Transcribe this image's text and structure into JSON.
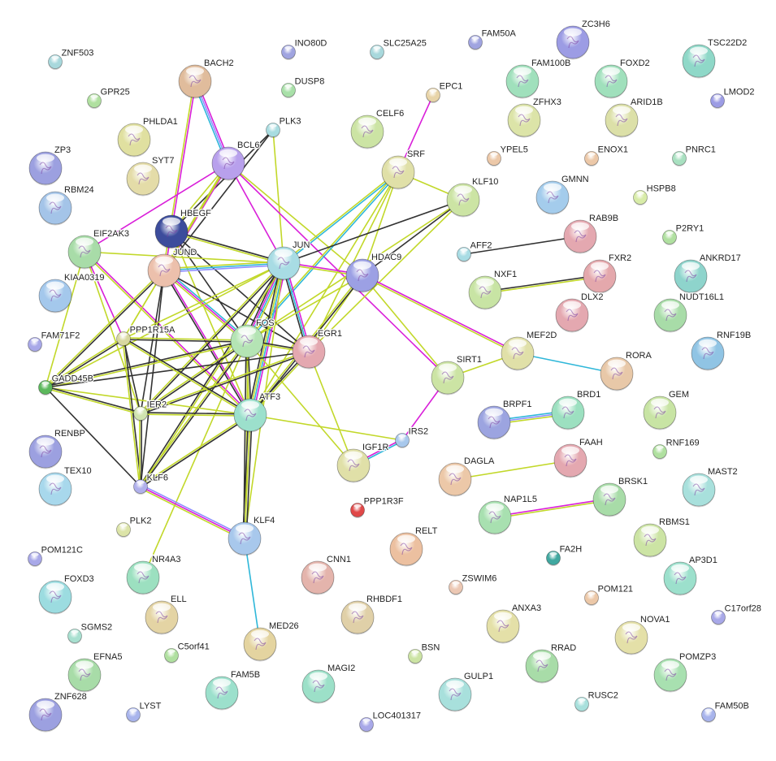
{
  "edge_colors": {
    "text": "#c2d82a",
    "coexp": "#333333",
    "exp": "#d91fd9",
    "db": "#2fb7d9",
    "cooc": "#8f8fff"
  },
  "nodes": [
    {
      "id": "ZNF503",
      "color": "#a8d8dc",
      "s": 0
    },
    {
      "id": "INO80D",
      "color": "#a0a4e0",
      "s": 0
    },
    {
      "id": "SLC25A25",
      "color": "#a8d8dc",
      "s": 0
    },
    {
      "id": "FAM50A",
      "color": "#a0a4e0",
      "s": 0
    },
    {
      "id": "ZC3H6",
      "color": "#9c9ce4",
      "s": 1
    },
    {
      "id": "TSC22D2",
      "color": "#8fd8c8",
      "s": 1
    },
    {
      "id": "LMOD2",
      "color": "#9c9ce4",
      "s": 0
    },
    {
      "id": "GPR25",
      "color": "#b0e0a0",
      "s": 0
    },
    {
      "id": "BACH2",
      "color": "#e0bc9c",
      "s": 1
    },
    {
      "id": "DUSP8",
      "color": "#a8e0a8",
      "s": 0
    },
    {
      "id": "EPC1",
      "color": "#e8d4a8",
      "s": 0
    },
    {
      "id": "FAM100B",
      "color": "#a0e0bc",
      "s": 1
    },
    {
      "id": "FOXD2",
      "color": "#a0e0bc",
      "s": 1
    },
    {
      "id": "PHLDA1",
      "color": "#e0e0a0",
      "s": 1
    },
    {
      "id": "PLK3",
      "color": "#a8dce0",
      "s": 0
    },
    {
      "id": "CELF6",
      "color": "#cce4a4",
      "s": 1
    },
    {
      "id": "ZFHX3",
      "color": "#dce4a8",
      "s": 1
    },
    {
      "id": "ARID1B",
      "color": "#dce0a8",
      "s": 1
    },
    {
      "id": "ZP3",
      "color": "#9ca0e0",
      "s": 1
    },
    {
      "id": "SYT7",
      "color": "#e4dca8",
      "s": 1
    },
    {
      "id": "BCL6",
      "color": "#b8a0ec",
      "s": 1
    },
    {
      "id": "SRF",
      "color": "#e0e0a8",
      "s": 1
    },
    {
      "id": "YPEL5",
      "color": "#ecc8a8",
      "s": 0
    },
    {
      "id": "ENOX1",
      "color": "#ecc8a8",
      "s": 0
    },
    {
      "id": "PNRC1",
      "color": "#a8e0c0",
      "s": 0
    },
    {
      "id": "RBM24",
      "color": "#a4c4e8",
      "s": 1
    },
    {
      "id": "HBEGF",
      "color": "#3c4c9c",
      "s": 1
    },
    {
      "id": "KLF10",
      "color": "#cce4a4",
      "s": 1
    },
    {
      "id": "GMNN",
      "color": "#a4ccec",
      "s": 1
    },
    {
      "id": "HSPB8",
      "color": "#d8eca8",
      "s": 0
    },
    {
      "id": "EIF2AK3",
      "color": "#a8dca8",
      "s": 1
    },
    {
      "id": "JUN",
      "color": "#a8dce4",
      "s": 1
    },
    {
      "id": "HDAC9",
      "color": "#9ca0e4",
      "s": 1
    },
    {
      "id": "AFF2",
      "color": "#a8dce4",
      "s": 0
    },
    {
      "id": "RAB9B",
      "color": "#e4a8b0",
      "s": 1
    },
    {
      "id": "P2RY1",
      "color": "#b0e0a0",
      "s": 0
    },
    {
      "id": "JUND",
      "color": "#ecc0ac",
      "s": 1
    },
    {
      "id": "KIAA0319",
      "color": "#a4c8ec",
      "s": 1
    },
    {
      "id": "NXF1",
      "color": "#c8e4a4",
      "s": 1
    },
    {
      "id": "FXR2",
      "color": "#e4a8ac",
      "s": 1
    },
    {
      "id": "ANKRD17",
      "color": "#8ed4cc",
      "s": 1
    },
    {
      "id": "DLX2",
      "color": "#e4a8b0",
      "s": 1
    },
    {
      "id": "NUDT16L1",
      "color": "#a8dca8",
      "s": 1
    },
    {
      "id": "FAM71F2",
      "color": "#a8a8e8",
      "s": 0
    },
    {
      "id": "PPP1R15A",
      "color": "#d8d8a0",
      "s": 0
    },
    {
      "id": "FOS",
      "color": "#b4e4b4",
      "s": 1
    },
    {
      "id": "EGR1",
      "color": "#e4a8b0",
      "s": 1
    },
    {
      "id": "MEF2D",
      "color": "#e0e0a8",
      "s": 1
    },
    {
      "id": "RNF19B",
      "color": "#90c4e4",
      "s": 1
    },
    {
      "id": "RORA",
      "color": "#e8c8a8",
      "s": 1
    },
    {
      "id": "GADD45B",
      "color": "#5cb85c",
      "s": 0
    },
    {
      "id": "IER2",
      "color": "#d0e4b0",
      "s": 0
    },
    {
      "id": "ATF3",
      "color": "#9ce0cc",
      "s": 1
    },
    {
      "id": "SIRT1",
      "color": "#cce4a4",
      "s": 1
    },
    {
      "id": "GEM",
      "color": "#c8e4a4",
      "s": 1
    },
    {
      "id": "BRPF1",
      "color": "#9ca4e0",
      "s": 1
    },
    {
      "id": "BRD1",
      "color": "#9ce0c0",
      "s": 1
    },
    {
      "id": "IRS2",
      "color": "#a8c8ec",
      "s": 0
    },
    {
      "id": "RENBP",
      "color": "#9ca0e0",
      "s": 1
    },
    {
      "id": "FAAH",
      "color": "#e4a8b0",
      "s": 1
    },
    {
      "id": "RNF169",
      "color": "#b0e0a0",
      "s": 0
    },
    {
      "id": "TEX10",
      "color": "#a8d8ec",
      "s": 1
    },
    {
      "id": "KLF6",
      "color": "#b0b0ec",
      "s": 0
    },
    {
      "id": "IGF1R",
      "color": "#e0e0a8",
      "s": 1
    },
    {
      "id": "DAGLA",
      "color": "#ecc8a8",
      "s": 1
    },
    {
      "id": "MAST2",
      "color": "#a8e0dc",
      "s": 1
    },
    {
      "id": "BRSK1",
      "color": "#a8dca8",
      "s": 1
    },
    {
      "id": "NAP1L5",
      "color": "#a8e0b0",
      "s": 1
    },
    {
      "id": "PPP1R3F",
      "color": "#e04848",
      "s": 0
    },
    {
      "id": "PLK2",
      "color": "#dce4a8",
      "s": 0
    },
    {
      "id": "KLF4",
      "color": "#a8c8ec",
      "s": 1
    },
    {
      "id": "RELT",
      "color": "#ecc0a0",
      "s": 1
    },
    {
      "id": "RBMS1",
      "color": "#cce4a4",
      "s": 1
    },
    {
      "id": "POM121C",
      "color": "#a8a8e8",
      "s": 0
    },
    {
      "id": "FA2H",
      "color": "#40a8a0",
      "s": 0
    },
    {
      "id": "NR4A3",
      "color": "#9ce0c0",
      "s": 1
    },
    {
      "id": "CNN1",
      "color": "#e4b4ac",
      "s": 1
    },
    {
      "id": "AP3D1",
      "color": "#9ce0cc",
      "s": 1
    },
    {
      "id": "ZSWIM6",
      "color": "#ecc8b4",
      "s": 0
    },
    {
      "id": "FOXD3",
      "color": "#9cdce0",
      "s": 1
    },
    {
      "id": "POM121",
      "color": "#ecc8a8",
      "s": 0
    },
    {
      "id": "ELL",
      "color": "#e4d4a4",
      "s": 1
    },
    {
      "id": "RHBDF1",
      "color": "#e0d0a8",
      "s": 1
    },
    {
      "id": "ANXA3",
      "color": "#e4e0a8",
      "s": 1
    },
    {
      "id": "C17orf28",
      "color": "#a8a8e8",
      "s": 0
    },
    {
      "id": "SGMS2",
      "color": "#a8e0d0",
      "s": 0
    },
    {
      "id": "NOVA1",
      "color": "#e4e0a8",
      "s": 1
    },
    {
      "id": "C5orf41",
      "color": "#b0e0a0",
      "s": 0
    },
    {
      "id": "MED26",
      "color": "#e4d4a0",
      "s": 1
    },
    {
      "id": "BSN",
      "color": "#cce4a4",
      "s": 0
    },
    {
      "id": "RRAD",
      "color": "#a8dca8",
      "s": 1
    },
    {
      "id": "EFNA5",
      "color": "#a8dca8",
      "s": 1
    },
    {
      "id": "POMZP3",
      "color": "#a8e0b0",
      "s": 1
    },
    {
      "id": "MAGI2",
      "color": "#9ce0c8",
      "s": 1
    },
    {
      "id": "FAM5B",
      "color": "#9ce0cc",
      "s": 1
    },
    {
      "id": "GULP1",
      "color": "#a8e0dc",
      "s": 1
    },
    {
      "id": "RUSC2",
      "color": "#a8e0dc",
      "s": 0
    },
    {
      "id": "ZNF628",
      "color": "#9ca0e0",
      "s": 1
    },
    {
      "id": "LYST",
      "color": "#a8b4ec",
      "s": 0
    },
    {
      "id": "LOC401317",
      "color": "#a8a8e8",
      "s": 0
    },
    {
      "id": "FAM50B",
      "color": "#a8b4ec",
      "s": 0
    }
  ],
  "edges": [
    [
      "BACH2",
      "BCL6",
      [
        "exp",
        "cooc",
        "db"
      ]
    ],
    [
      "BACH2",
      "JUND",
      [
        "exp",
        "text"
      ]
    ],
    [
      "EPC1",
      "SRF",
      [
        "exp"
      ]
    ],
    [
      "PLK3",
      "JUN",
      [
        "text"
      ]
    ],
    [
      "PLK3",
      "JUND",
      [
        "coexp"
      ]
    ],
    [
      "PLK3",
      "HBEGF",
      [
        "coexp"
      ]
    ],
    [
      "BCL6",
      "EIF2AK3",
      [
        "exp"
      ]
    ],
    [
      "BCL6",
      "JUN",
      [
        "exp"
      ]
    ],
    [
      "BCL6",
      "SIRT1",
      [
        "exp"
      ]
    ],
    [
      "BCL6",
      "JUND",
      [
        "exp",
        "text"
      ]
    ],
    [
      "BCL6",
      "HBEGF",
      [
        "text"
      ]
    ],
    [
      "BCL6",
      "PPP1R15A",
      [
        "text"
      ]
    ],
    [
      "BCL6",
      "HDAC9",
      [
        "text"
      ]
    ],
    [
      "SRF",
      "JUN",
      [
        "db",
        "text"
      ]
    ],
    [
      "SRF",
      "FOS",
      [
        "db",
        "text"
      ]
    ],
    [
      "SRF",
      "EGR1",
      [
        "text"
      ]
    ],
    [
      "SRF",
      "KLF10",
      [
        "text"
      ]
    ],
    [
      "SRF",
      "ATF3",
      [
        "text"
      ]
    ],
    [
      "SRF",
      "HDAC9",
      [
        "text"
      ]
    ],
    [
      "KLF10",
      "JUN",
      [
        "coexp"
      ]
    ],
    [
      "KLF10",
      "HDAC9",
      [
        "coexp"
      ]
    ],
    [
      "KLF10",
      "FOS",
      [
        "text"
      ]
    ],
    [
      "KLF10",
      "EGR1",
      [
        "text"
      ]
    ],
    [
      "HBEGF",
      "JUN",
      [
        "coexp",
        "text"
      ]
    ],
    [
      "HBEGF",
      "FOS",
      [
        "coexp"
      ]
    ],
    [
      "HBEGF",
      "EGR1",
      [
        "coexp"
      ]
    ],
    [
      "HBEGF",
      "ATF3",
      [
        "text"
      ]
    ],
    [
      "EIF2AK3",
      "JUN",
      [
        "text"
      ]
    ],
    [
      "EIF2AK3",
      "ATF3",
      [
        "exp",
        "text"
      ]
    ],
    [
      "EIF2AK3",
      "PPP1R15A",
      [
        "exp"
      ]
    ],
    [
      "EIF2AK3",
      "GADD45B",
      [
        "text"
      ]
    ],
    [
      "EIF2AK3",
      "IER2",
      [
        "text"
      ]
    ],
    [
      "JUND",
      "JUN",
      [
        "text",
        "db",
        "cooc"
      ]
    ],
    [
      "JUND",
      "FOS",
      [
        "db",
        "exp",
        "text"
      ]
    ],
    [
      "JUND",
      "ATF3",
      [
        "exp",
        "coexp"
      ]
    ],
    [
      "JUND",
      "EGR1",
      [
        "coexp"
      ]
    ],
    [
      "JUND",
      "GADD45B",
      [
        "coexp",
        "text"
      ]
    ],
    [
      "JUND",
      "KLF6",
      [
        "coexp"
      ]
    ],
    [
      "JUND",
      "IER2",
      [
        "coexp"
      ]
    ],
    [
      "JUND",
      "PPP1R15A",
      [
        "text"
      ]
    ],
    [
      "JUN",
      "FOS",
      [
        "text",
        "db",
        "exp",
        "coexp"
      ]
    ],
    [
      "JUN",
      "ATF3",
      [
        "exp",
        "db",
        "text",
        "coexp"
      ]
    ],
    [
      "JUN",
      "EGR1",
      [
        "exp",
        "db",
        "coexp"
      ]
    ],
    [
      "JUN",
      "HDAC9",
      [
        "exp",
        "text"
      ]
    ],
    [
      "JUN",
      "PPP1R15A",
      [
        "text"
      ]
    ],
    [
      "JUN",
      "GADD45B",
      [
        "text"
      ]
    ],
    [
      "JUN",
      "IER2",
      [
        "coexp",
        "text"
      ]
    ],
    [
      "JUN",
      "KLF6",
      [
        "text",
        "coexp"
      ]
    ],
    [
      "JUN",
      "KLF4",
      [
        "text"
      ]
    ],
    [
      "HDAC9",
      "MEF2D",
      [
        "exp",
        "text"
      ]
    ],
    [
      "HDAC9",
      "FOS",
      [
        "text"
      ]
    ],
    [
      "HDAC9",
      "EGR1",
      [
        "text"
      ]
    ],
    [
      "HDAC9",
      "ATF3",
      [
        "coexp",
        "text"
      ]
    ],
    [
      "FOS",
      "EGR1",
      [
        "coexp",
        "text"
      ]
    ],
    [
      "FOS",
      "ATF3",
      [
        "coexp",
        "text"
      ]
    ],
    [
      "FOS",
      "PPP1R15A",
      [
        "coexp",
        "text"
      ]
    ],
    [
      "FOS",
      "GADD45B",
      [
        "text",
        "coexp"
      ]
    ],
    [
      "FOS",
      "IER2",
      [
        "coexp",
        "text"
      ]
    ],
    [
      "FOS",
      "KLF6",
      [
        "coexp",
        "text"
      ]
    ],
    [
      "FOS",
      "KLF4",
      [
        "text",
        "coexp"
      ]
    ],
    [
      "FOS",
      "NR4A3",
      [
        "text"
      ]
    ],
    [
      "FOS",
      "IGF1R",
      [
        "text"
      ]
    ],
    [
      "EGR1",
      "ATF3",
      [
        "text",
        "coexp"
      ]
    ],
    [
      "EGR1",
      "IGF1R",
      [
        "text"
      ]
    ],
    [
      "EGR1",
      "GADD45B",
      [
        "coexp"
      ]
    ],
    [
      "EGR1",
      "IER2",
      [
        "coexp",
        "text"
      ]
    ],
    [
      "ATF3",
      "PPP1R15A",
      [
        "text",
        "coexp"
      ]
    ],
    [
      "ATF3",
      "GADD45B",
      [
        "text"
      ]
    ],
    [
      "ATF3",
      "IER2",
      [
        "text",
        "coexp"
      ]
    ],
    [
      "ATF3",
      "KLF6",
      [
        "coexp",
        "text"
      ]
    ],
    [
      "ATF3",
      "KLF4",
      [
        "coexp",
        "text",
        "coexp"
      ]
    ],
    [
      "ATF3",
      "IRS2",
      [
        "text"
      ]
    ],
    [
      "PPP1R15A",
      "GADD45B",
      [
        "coexp",
        "text"
      ]
    ],
    [
      "PPP1R15A",
      "IER2",
      [
        "coexp"
      ]
    ],
    [
      "PPP1R15A",
      "KLF6",
      [
        "coexp",
        "text"
      ]
    ],
    [
      "GADD45B",
      "IER2",
      [
        "coexp",
        "text"
      ]
    ],
    [
      "GADD45B",
      "KLF6",
      [
        "coexp"
      ]
    ],
    [
      "IER2",
      "KLF6",
      [
        "coexp",
        "text"
      ]
    ],
    [
      "KLF6",
      "KLF4",
      [
        "cooc",
        "exp",
        "text"
      ]
    ],
    [
      "KLF4",
      "MED26",
      [
        "db"
      ]
    ],
    [
      "MEF2D",
      "RORA",
      [
        "db"
      ]
    ],
    [
      "MEF2D",
      "SIRT1",
      [
        "text"
      ]
    ],
    [
      "SIRT1",
      "IRS2",
      [
        "exp"
      ]
    ],
    [
      "IRS2",
      "IGF1R",
      [
        "db",
        "exp"
      ]
    ],
    [
      "SIRT1",
      "HDAC9",
      [
        "text"
      ]
    ],
    [
      "AFF2",
      "RAB9B",
      [
        "coexp"
      ]
    ],
    [
      "NXF1",
      "FXR2",
      [
        "coexp",
        "text"
      ]
    ],
    [
      "BRPF1",
      "BRD1",
      [
        "db",
        "cooc",
        "text"
      ]
    ],
    [
      "DAGLA",
      "FAAH",
      [
        "text"
      ]
    ],
    [
      "NAP1L5",
      "BRSK1",
      [
        "exp",
        "text"
      ]
    ]
  ]
}
